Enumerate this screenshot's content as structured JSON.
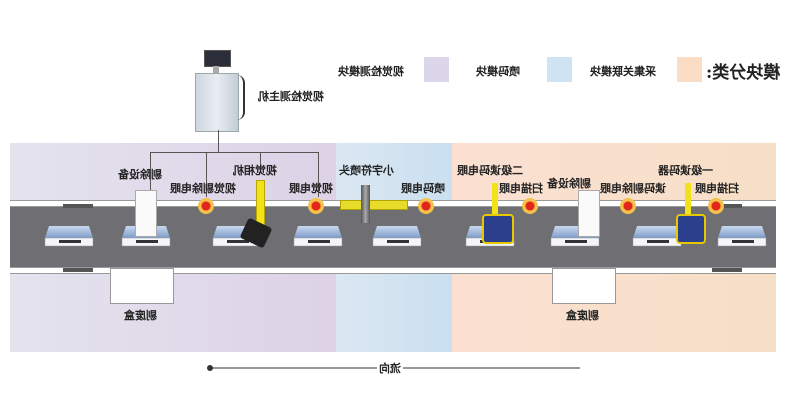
{
  "legend": {
    "title": "模块分类:",
    "items": [
      {
        "label": "采集关联模块",
        "color": "#fbdcc4"
      },
      {
        "label": "喷码模块",
        "color": "#cfe3f3"
      },
      {
        "label": "视觉检测模块",
        "color": "#dcd6ea"
      }
    ]
  },
  "host": {
    "label": "视觉检测主机"
  },
  "regions": {
    "vision_color": "#ddd3e8",
    "coding_color": "#d3e4f1",
    "acquisition_color": "#f7dfc8"
  },
  "labels": {
    "reject_device_left": "剔除设备",
    "vision_reject_eye": "视觉剔除电眼",
    "vision_camera": "视觉相机",
    "vision_eye": "视觉电眼",
    "small_char_head": "小字符喷头",
    "coding_eye": "喷码电眼",
    "secondary_reader_eye": "二级读码电眼",
    "scan_eye_1": "扫描电眼",
    "reject_device_right": "剔除设备",
    "reader_reject_eye": "读码剔除电眼",
    "primary_reader": "一级读码器",
    "scan_eye_2": "扫描电眼",
    "reject_bin_left": "剔废盒",
    "reject_bin_right": "剔废盒"
  },
  "flow": {
    "label": "流向"
  }
}
